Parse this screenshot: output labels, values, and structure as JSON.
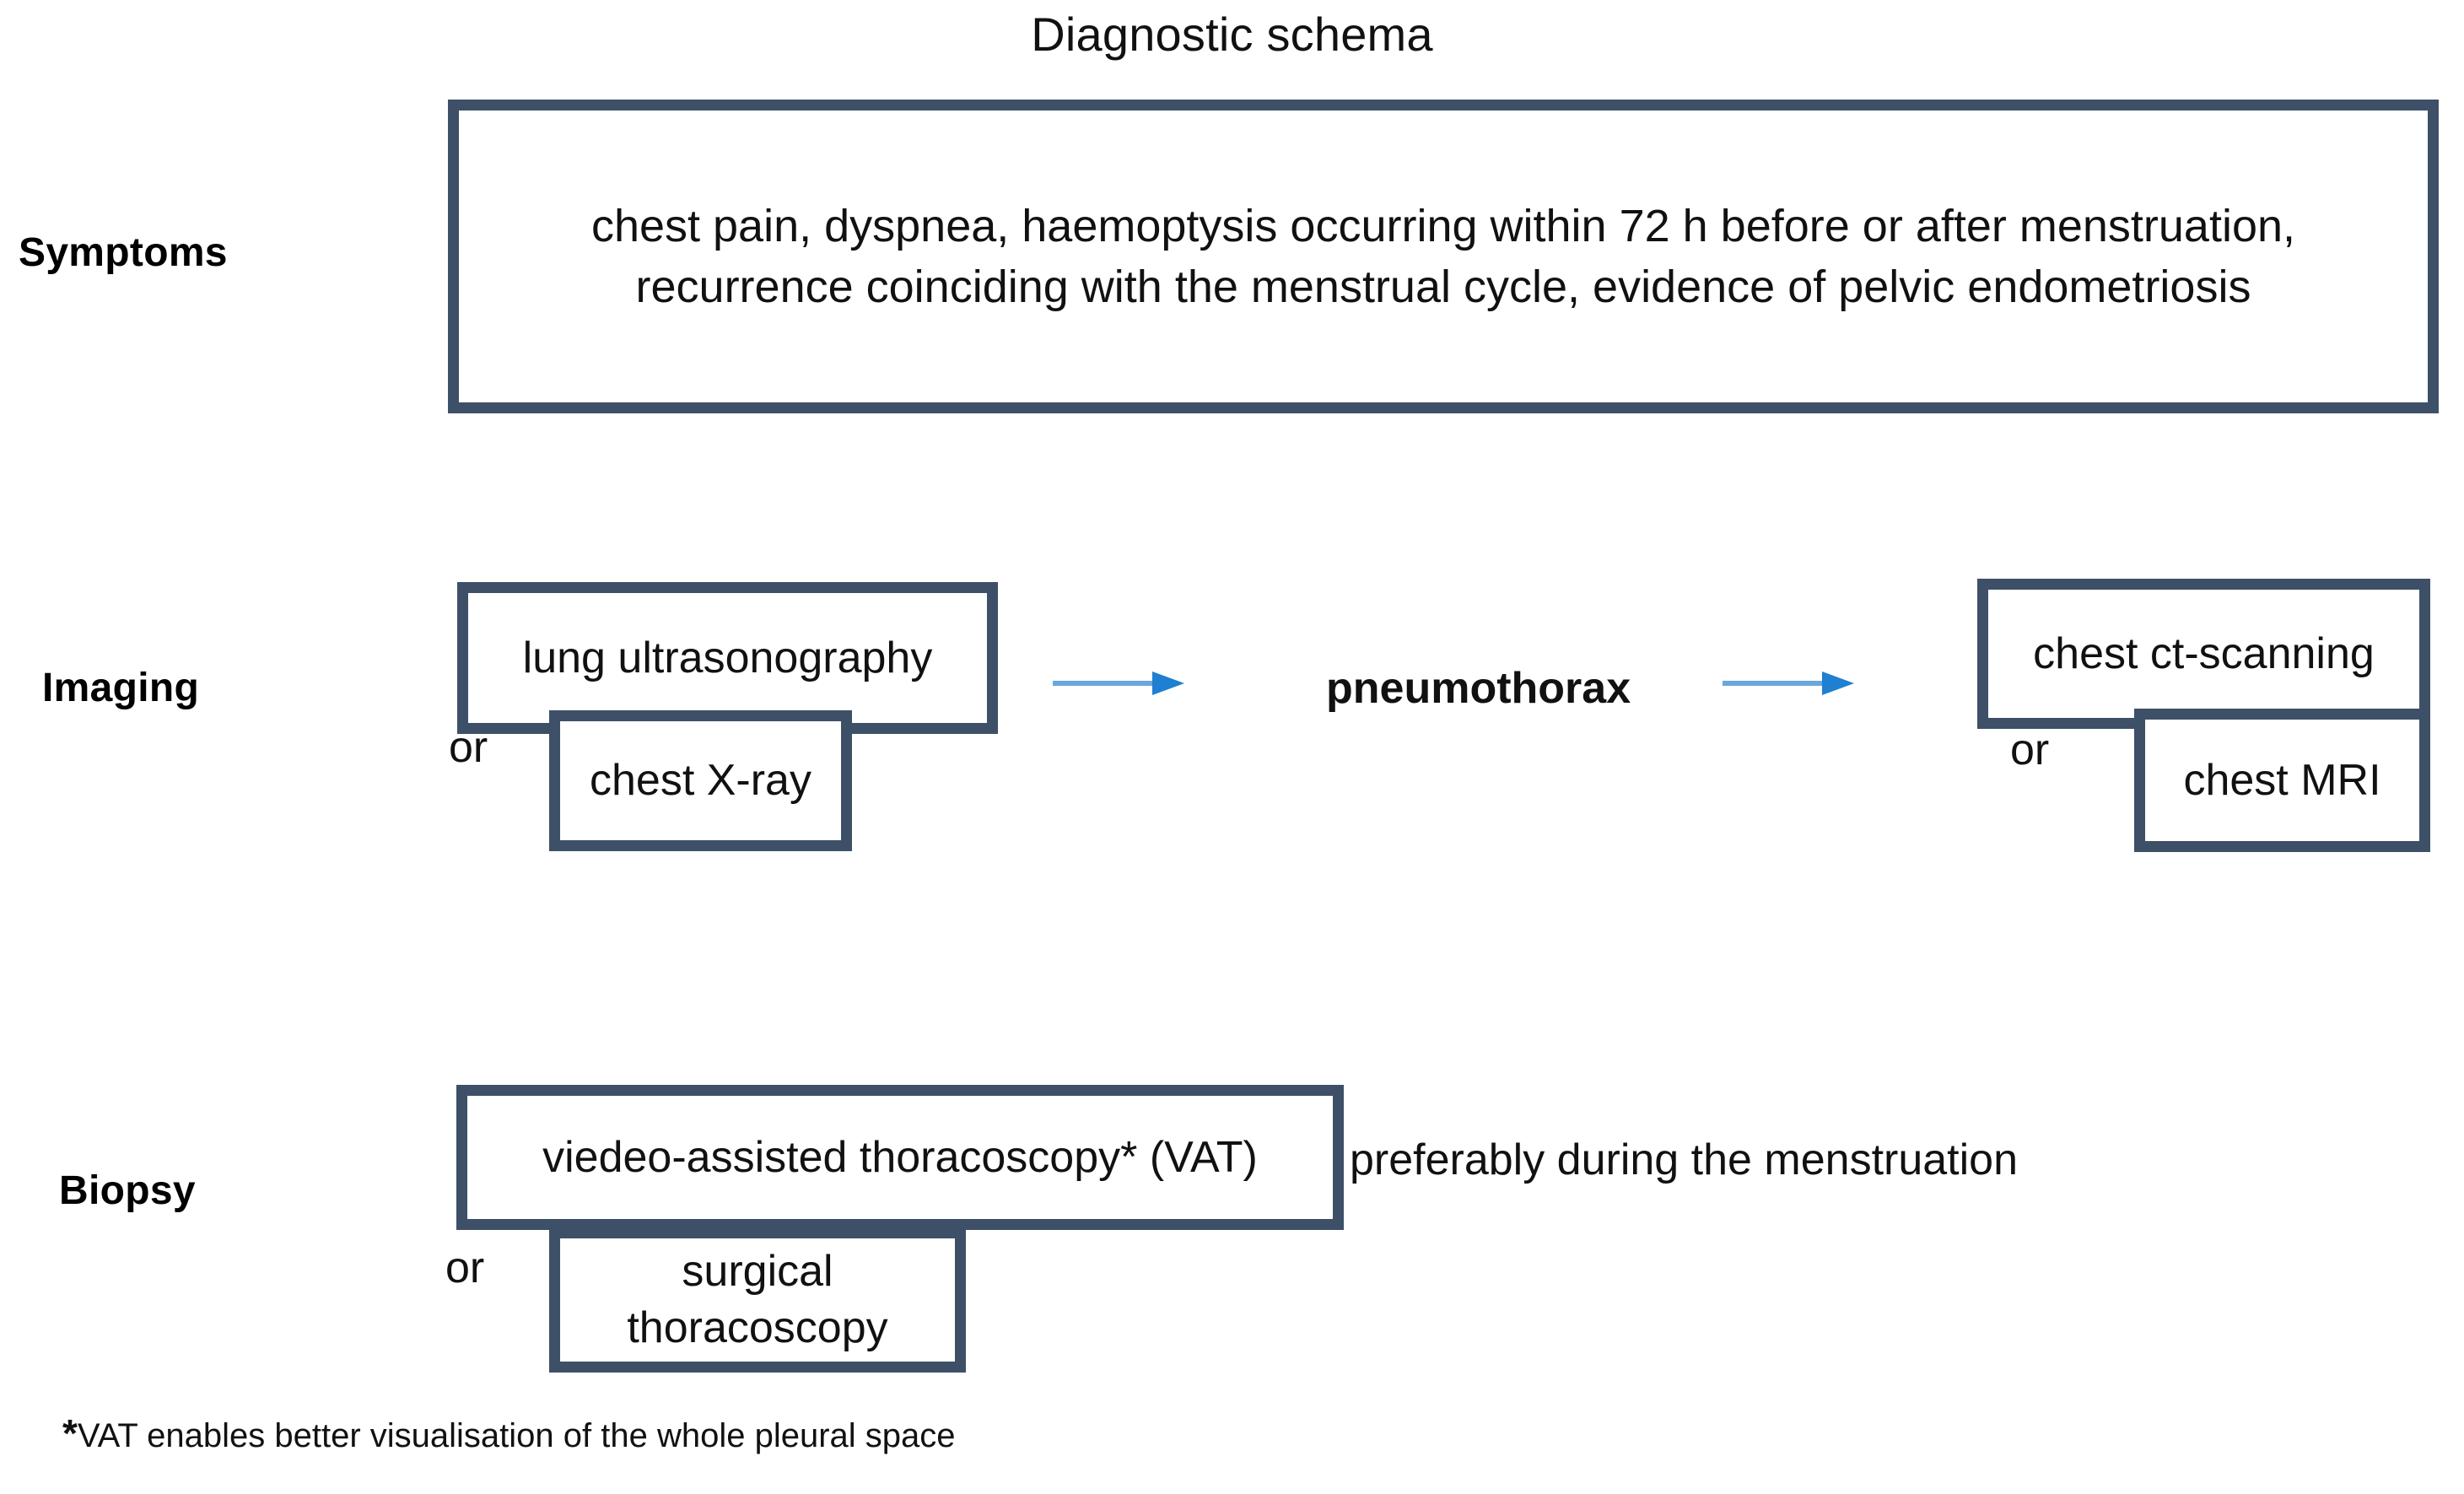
{
  "title": "Diagnostic schema",
  "rows": [
    {
      "label": "Symptoms",
      "box_text": "chest pain, dyspnea, haemoptysis occurring within 72 h before or after menstruation, recurrence coinciding with the menstrual cycle, evidence of pelvic endometriosis"
    },
    {
      "label": "Imaging",
      "left_primary": "lung ultrasonography",
      "left_or": "or",
      "left_alternate": "chest X-ray",
      "center": "pneumothorax",
      "right_primary": "chest ct-scanning",
      "right_or": "or",
      "right_alternate": "chest MRI"
    },
    {
      "label": "Biopsy",
      "primary": "viedeo-assisted thoracoscopy* (VAT)",
      "primary_note": "preferably during the menstruation",
      "or": "or",
      "alternate": "surgical thoracoscopy"
    }
  ],
  "footnote": {
    "marker": "*",
    "text": "VAT enables better visualisation of the whole pleural space"
  },
  "icons": {
    "arrow_left": "arrow-right-icon",
    "arrow_right": "arrow-right-icon"
  },
  "colors": {
    "box_border": "#3d5068",
    "arrow_line": "#6aa7dd",
    "arrow_head": "#1f7fd0",
    "text": "#111111",
    "background": "#ffffff"
  }
}
